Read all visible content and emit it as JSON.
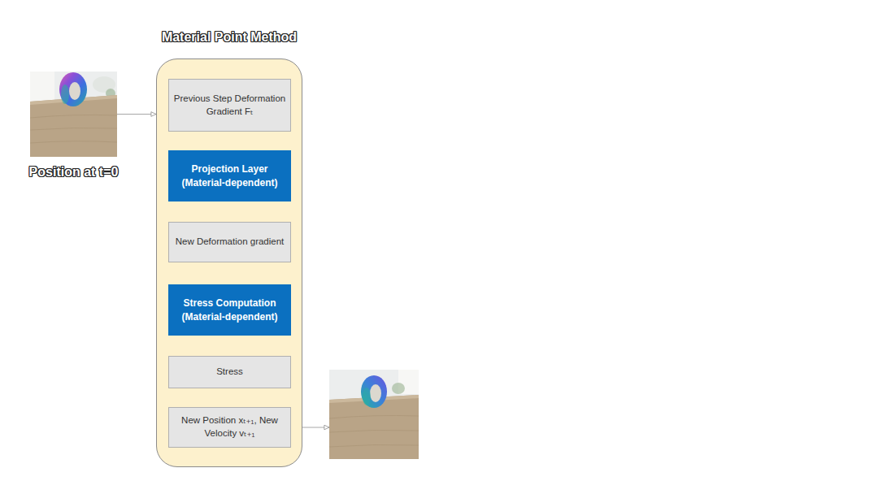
{
  "diagram": {
    "nodes": [
      {
        "text": [
          "Position at t=0"
        ]
      },
      {
        "text": [
          "Material Point Method"
        ]
      },
      {
        "text": [
          "Previous Step Deformation Gradient Fₜ"
        ],
        "in": 1
      },
      {
        "text": [
          "Projection Layer (Material-dependent)"
        ],
        "in": 1
      },
      {
        "text": [
          "New Deformation gradient"
        ],
        "in": 1
      },
      {
        "text": [
          "Stress Computation (Material-dependent)"
        ],
        "in": 1
      },
      {
        "text": [
          "Stress"
        ],
        "in": 1
      },
      {
        "text": [
          "New Position xₜ₊₁, New Velocity vₜ₊₁"
        ],
        "in": 1
      },
      {
        "text": []
      }
    ],
    "edges": [
      {
        "from": 0,
        "to": 1,
        "arrow": "to"
      },
      {
        "from": 2,
        "to": 3,
        "arrow": "to"
      },
      {
        "from": 3,
        "to": 4,
        "arrow": "to"
      },
      {
        "from": 4,
        "to": 5,
        "arrow": "to"
      },
      {
        "from": 5,
        "to": 6,
        "arrow": "to"
      },
      {
        "from": 6,
        "to": 7,
        "arrow": "to"
      },
      {
        "from": 7,
        "to": 8,
        "arrow": "to"
      }
    ]
  }
}
